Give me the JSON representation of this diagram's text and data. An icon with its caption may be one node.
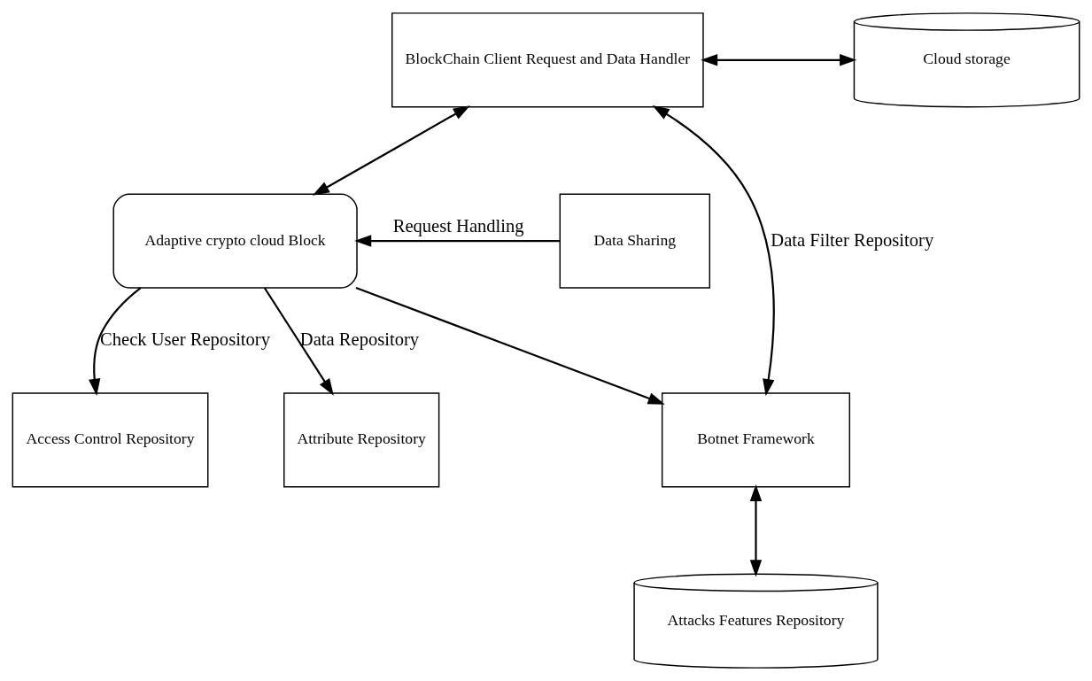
{
  "diagram": {
    "nodes": [
      {
        "text": [
          "BlockChain Client Request and Data Handler"
        ]
      },
      {
        "text": [
          "Cloud storage"
        ]
      },
      {
        "text": [
          "Data Sharing"
        ]
      },
      {
        "text": [
          "Adaptive crypto cloud Block"
        ]
      },
      {
        "text": [
          "Botnet Framework"
        ]
      },
      {
        "text": [
          "Access Control Repository"
        ]
      },
      {
        "text": [
          "Attribute Repository"
        ]
      },
      {
        "text": [
          "Attacks Features Repository"
        ]
      }
    ],
    "edges": [
      {
        "from": 0,
        "to": 1,
        "arrow": "both"
      },
      {
        "from": 0,
        "to": 3,
        "arrow": "both"
      },
      {
        "from": 2,
        "to": 3,
        "arrow": "to",
        "label": "Request Handling"
      },
      {
        "from": 3,
        "to": 5,
        "arrow": "to",
        "label": "Check User Repository"
      },
      {
        "from": 3,
        "to": 6,
        "arrow": "to",
        "label": "Data Repository"
      },
      {
        "from": 3,
        "to": 4,
        "arrow": "to"
      },
      {
        "from": 0,
        "to": 4,
        "arrow": "both",
        "label": "Data Filter Repository"
      },
      {
        "from": 4,
        "to": 7,
        "arrow": "both"
      }
    ]
  }
}
